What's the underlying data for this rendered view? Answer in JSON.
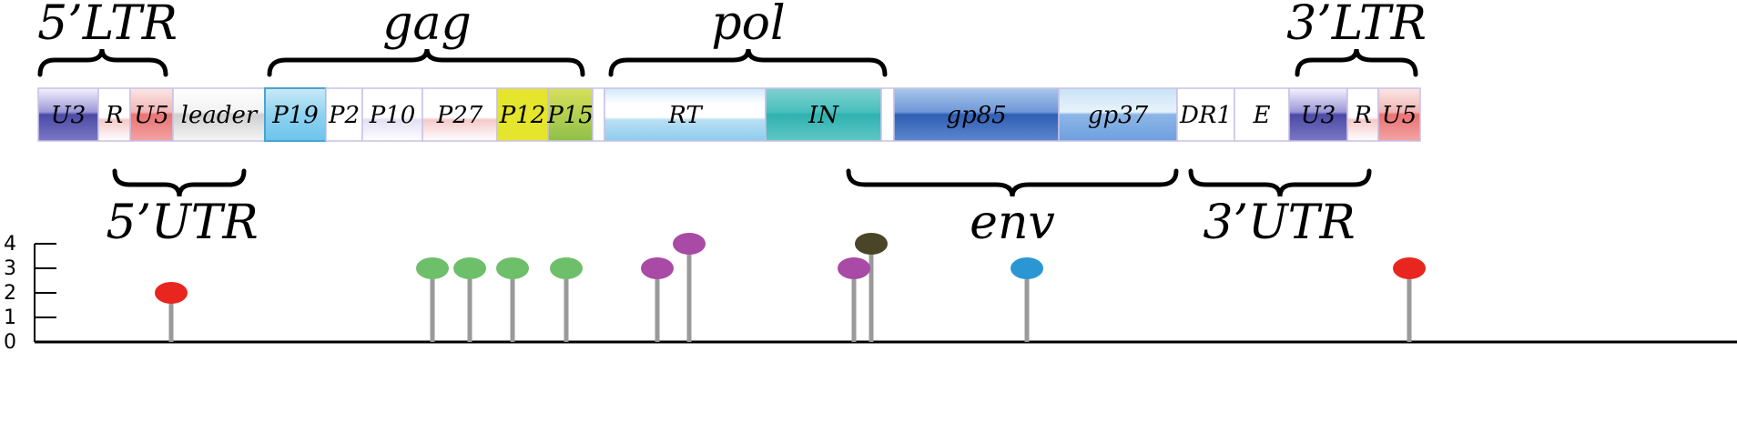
{
  "regions": {
    "ltr5": "5’LTR",
    "gag": "gag",
    "pol": "pol",
    "ltr3": "3’LTR",
    "utr5": "5’UTR",
    "env": "env",
    "utr3": "3’UTR"
  },
  "segments": [
    {
      "label": "U3",
      "fill": "url(#gU3)"
    },
    {
      "label": "R",
      "fill": "url(#gR)"
    },
    {
      "label": "U5",
      "fill": "url(#gU5)"
    },
    {
      "label": "leader",
      "fill": "url(#gGray)"
    },
    {
      "label": "P19",
      "fill": "url(#gCyan)",
      "stroke": "#4aa3cf"
    },
    {
      "label": "P2",
      "fill": "#ffffff"
    },
    {
      "label": "P10",
      "fill": "url(#gLav)"
    },
    {
      "label": "P27",
      "fill": "url(#gR)"
    },
    {
      "label": "P12",
      "fill": "#e5e52e"
    },
    {
      "label": "P15",
      "fill": "url(#gYG)"
    },
    {
      "label": "",
      "fill": "#ffffff"
    },
    {
      "label": "RT",
      "fill": "url(#gRT)"
    },
    {
      "label": "IN",
      "fill": "url(#gIN)"
    },
    {
      "label": "",
      "fill": "#ffffff"
    },
    {
      "label": "gp85",
      "fill": "url(#gGp85)"
    },
    {
      "label": "gp37",
      "fill": "url(#gGp37)"
    },
    {
      "label": "DR1",
      "fill": "#ffffff"
    },
    {
      "label": "E",
      "fill": "#ffffff"
    },
    {
      "label": "U3",
      "fill": "url(#gU3)"
    },
    {
      "label": "R",
      "fill": "url(#gR)"
    },
    {
      "label": "U5",
      "fill": "url(#gU5)"
    }
  ],
  "lollipop": {
    "y_ticks": [
      "4",
      "3",
      "2",
      "1",
      "0"
    ],
    "ylim": [
      0,
      4
    ],
    "points": [
      {
        "value": 2,
        "color": "#e8261f"
      },
      {
        "value": 3,
        "color": "#6dbf6a"
      },
      {
        "value": 3,
        "color": "#6dbf6a"
      },
      {
        "value": 3,
        "color": "#6dbf6a"
      },
      {
        "value": 3,
        "color": "#6dbf6a"
      },
      {
        "value": 3,
        "color": "#a84aa6"
      },
      {
        "value": 4,
        "color": "#a84aa6"
      },
      {
        "value": 3,
        "color": "#a84aa6"
      },
      {
        "value": 4,
        "color": "#4a4526"
      },
      {
        "value": 3,
        "color": "#2a97d4"
      },
      {
        "value": 3,
        "color": "#e8261f"
      }
    ]
  },
  "colors": {
    "box_stroke": "#c8c0e6",
    "stem": "#9a9a9a",
    "axis": "#000000"
  }
}
